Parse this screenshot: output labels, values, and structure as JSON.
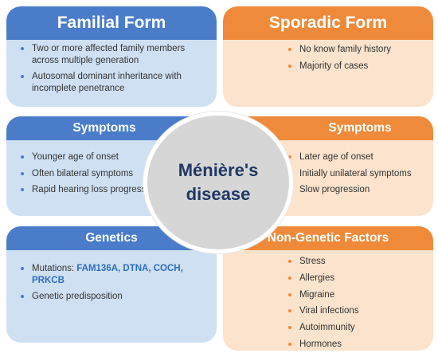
{
  "familial": {
    "title": "Familial Form",
    "items": [
      "Two or more affected family members across multiple generation",
      "Autosomal dominant inheritance with incomplete penetrance"
    ]
  },
  "sporadic": {
    "title": "Sporadic Form",
    "items": [
      "No know family history",
      "Majority of cases"
    ]
  },
  "symptoms_familial": {
    "title": "Symptoms",
    "items": [
      "Younger age of onset",
      "Often bilateral symptoms",
      "Rapid hearing loss progression"
    ]
  },
  "symptoms_sporadic": {
    "title": "Symptoms",
    "items": [
      "Later age of onset",
      "Initially unilateral symptoms",
      "Slow progression"
    ]
  },
  "genetics": {
    "title": "Genetics",
    "mutations_label": "Mutations: ",
    "mutations_genes": "FAM136A, DTNA, COCH, PRKCB",
    "predisposition": "Genetic predisposition"
  },
  "non_genetic": {
    "title": "Non-Genetic Factors",
    "items": [
      "Stress",
      "Allergies",
      "Migraine",
      "Viral infections",
      "Autoimmunity",
      "Hormones"
    ]
  },
  "center": {
    "line1": "Ménière's",
    "line2": "disease"
  },
  "colors": {
    "blue_header": "#4a7cc9",
    "blue_fill": "#cfe0f3",
    "orange_header": "#ee8a3a",
    "orange_fill": "#fbe3cd",
    "center_text": "#1f3864"
  }
}
